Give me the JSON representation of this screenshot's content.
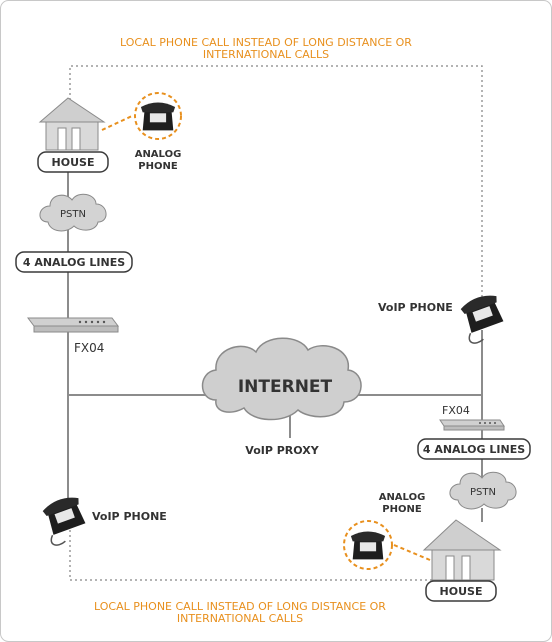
{
  "captions": {
    "top": [
      "LOCAL PHONE CALL INSTEAD OF LONG DISTANCE OR",
      "INTERNATIONAL CALLS"
    ],
    "bottom": [
      "LOCAL PHONE CALL INSTEAD OF LONG DISTANCE OR",
      "INTERNATIONAL CALLS"
    ]
  },
  "left": {
    "house_label": "HOUSE",
    "analog_phone_label": [
      "ANALOG",
      "PHONE"
    ],
    "pstn_label": "PSTN",
    "lines_label": "4 ANALOG LINES",
    "fxo_label": "FX04",
    "voip_phone_label": "VoIP PHONE"
  },
  "center": {
    "internet_label": "INTERNET",
    "proxy_label": "VoIP PROXY"
  },
  "right": {
    "voip_phone_label": "VoIP PHONE",
    "fxo_label": "FX04",
    "lines_label": "4 ANALOG LINES",
    "pstn_label": "PSTN",
    "analog_phone_label": [
      "ANALOG",
      "PHONE"
    ],
    "house_label": "HOUSE"
  },
  "colors": {
    "accent": "#e8901e",
    "line": "#8c8c8c",
    "dotted": "#9a9a9a",
    "icon_fill": "#d6d6d6",
    "icon_stroke": "#5a5a5a",
    "text": "#333333"
  },
  "icons": [
    "house-icon",
    "analog-phone-icon",
    "pstn-cloud-icon",
    "fxo-gateway-icon",
    "internet-cloud-icon",
    "voip-phone-icon"
  ]
}
